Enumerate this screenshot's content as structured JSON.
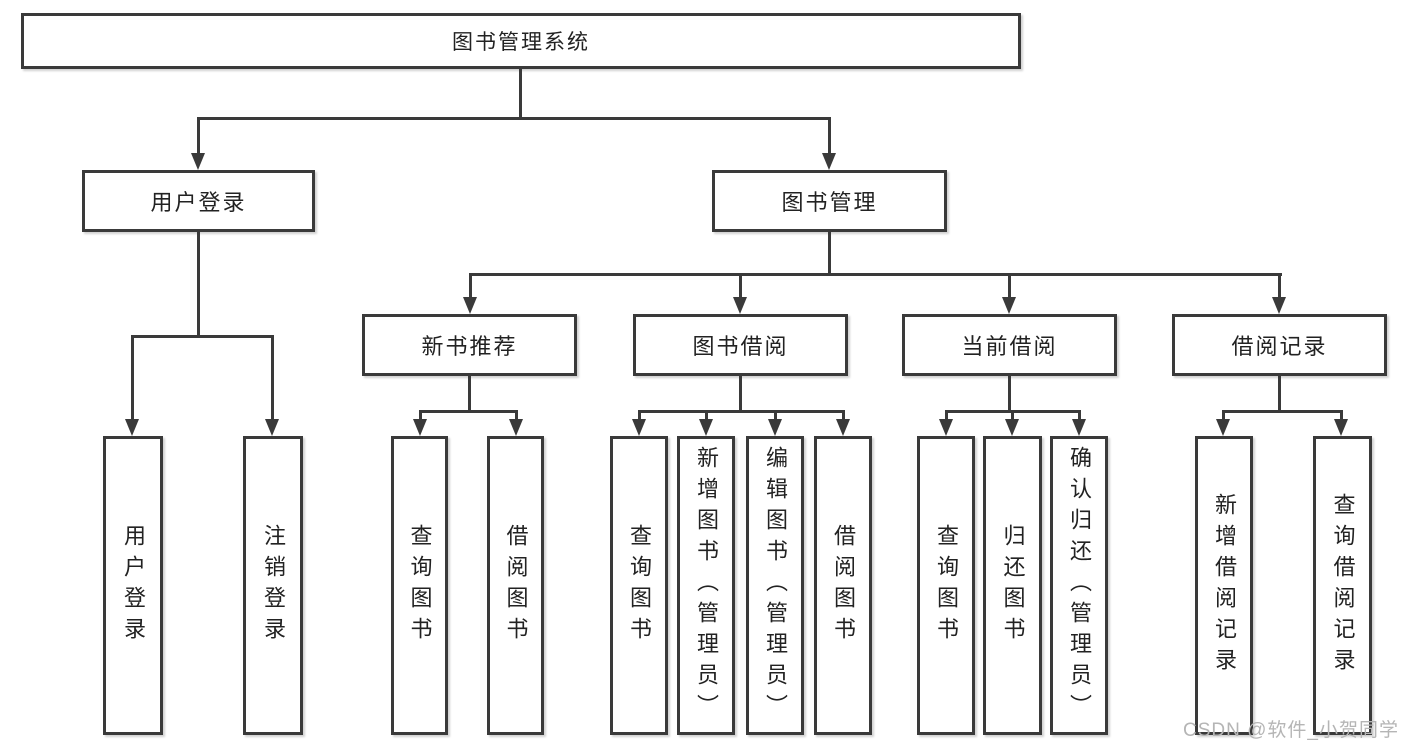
{
  "title": "图书管理系统",
  "watermark": "CSDN @软件_小贺同学",
  "colors": {
    "line": "#3a3a3a",
    "text": "#222222",
    "background": "#ffffff",
    "watermark": "#b5b5b5"
  },
  "tree": {
    "label": "图书管理系统",
    "children": [
      {
        "label": "用户登录",
        "children": [
          {
            "label": "用户登录"
          },
          {
            "label": "注销登录"
          }
        ]
      },
      {
        "label": "图书管理",
        "children": [
          {
            "label": "新书推荐",
            "children": [
              {
                "label": "查询图书"
              },
              {
                "label": "借阅图书"
              }
            ]
          },
          {
            "label": "图书借阅",
            "children": [
              {
                "label": "查询图书"
              },
              {
                "label": "新增图书（管理员）"
              },
              {
                "label": "编辑图书（管理员）"
              },
              {
                "label": "借阅图书"
              }
            ]
          },
          {
            "label": "当前借阅",
            "children": [
              {
                "label": "查询图书"
              },
              {
                "label": "归还图书"
              },
              {
                "label": "确认归还（管理员）"
              }
            ]
          },
          {
            "label": "借阅记录",
            "children": [
              {
                "label": "新增借阅记录"
              },
              {
                "label": "查询借阅记录"
              }
            ]
          }
        ]
      }
    ]
  }
}
